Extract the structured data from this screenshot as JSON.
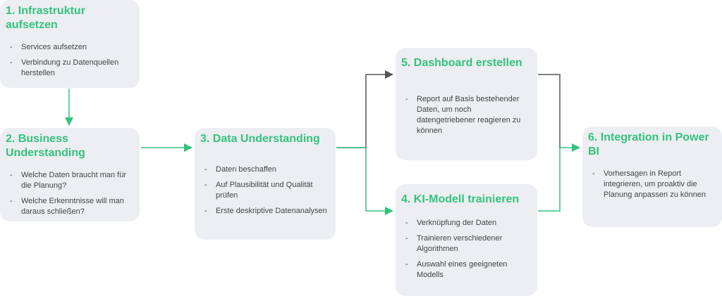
{
  "colors": {
    "accent": "#35c27f",
    "grey_line": "#555555",
    "box_bg": "#eceef1"
  },
  "steps": [
    {
      "title": "1. Infrastruktur aufsetzen",
      "items": [
        "Services aufsetzen",
        "Verbindung zu Datenquellen herstellen"
      ]
    },
    {
      "title": "2. Business Understanding",
      "items": [
        "Welche Daten braucht man für die Planung?",
        "Welche Erkenntnisse will man daraus schließen?"
      ]
    },
    {
      "title": "3. Data Understanding",
      "items": [
        "Daten beschaffen",
        "Auf Plausibilität und Qualität prüfen",
        "Erste deskriptive Datenanalysen"
      ]
    },
    {
      "title": "4. KI-Modell trainieren",
      "items": [
        "Verknüpfung der Daten",
        "Trainieren verschiedener Algorithmen",
        "Auswahl eines geeigneten Modells"
      ]
    },
    {
      "title": "5. Dashboard erstellen",
      "items": [
        "Report auf Basis bestehender Daten, um noch datengetriebener reagieren zu können"
      ]
    },
    {
      "title": "6. Integration in Power BI",
      "items": [
        "Vorhersagen in Report integrieren, um proaktiv die Planung anpassen zu können"
      ]
    }
  ]
}
